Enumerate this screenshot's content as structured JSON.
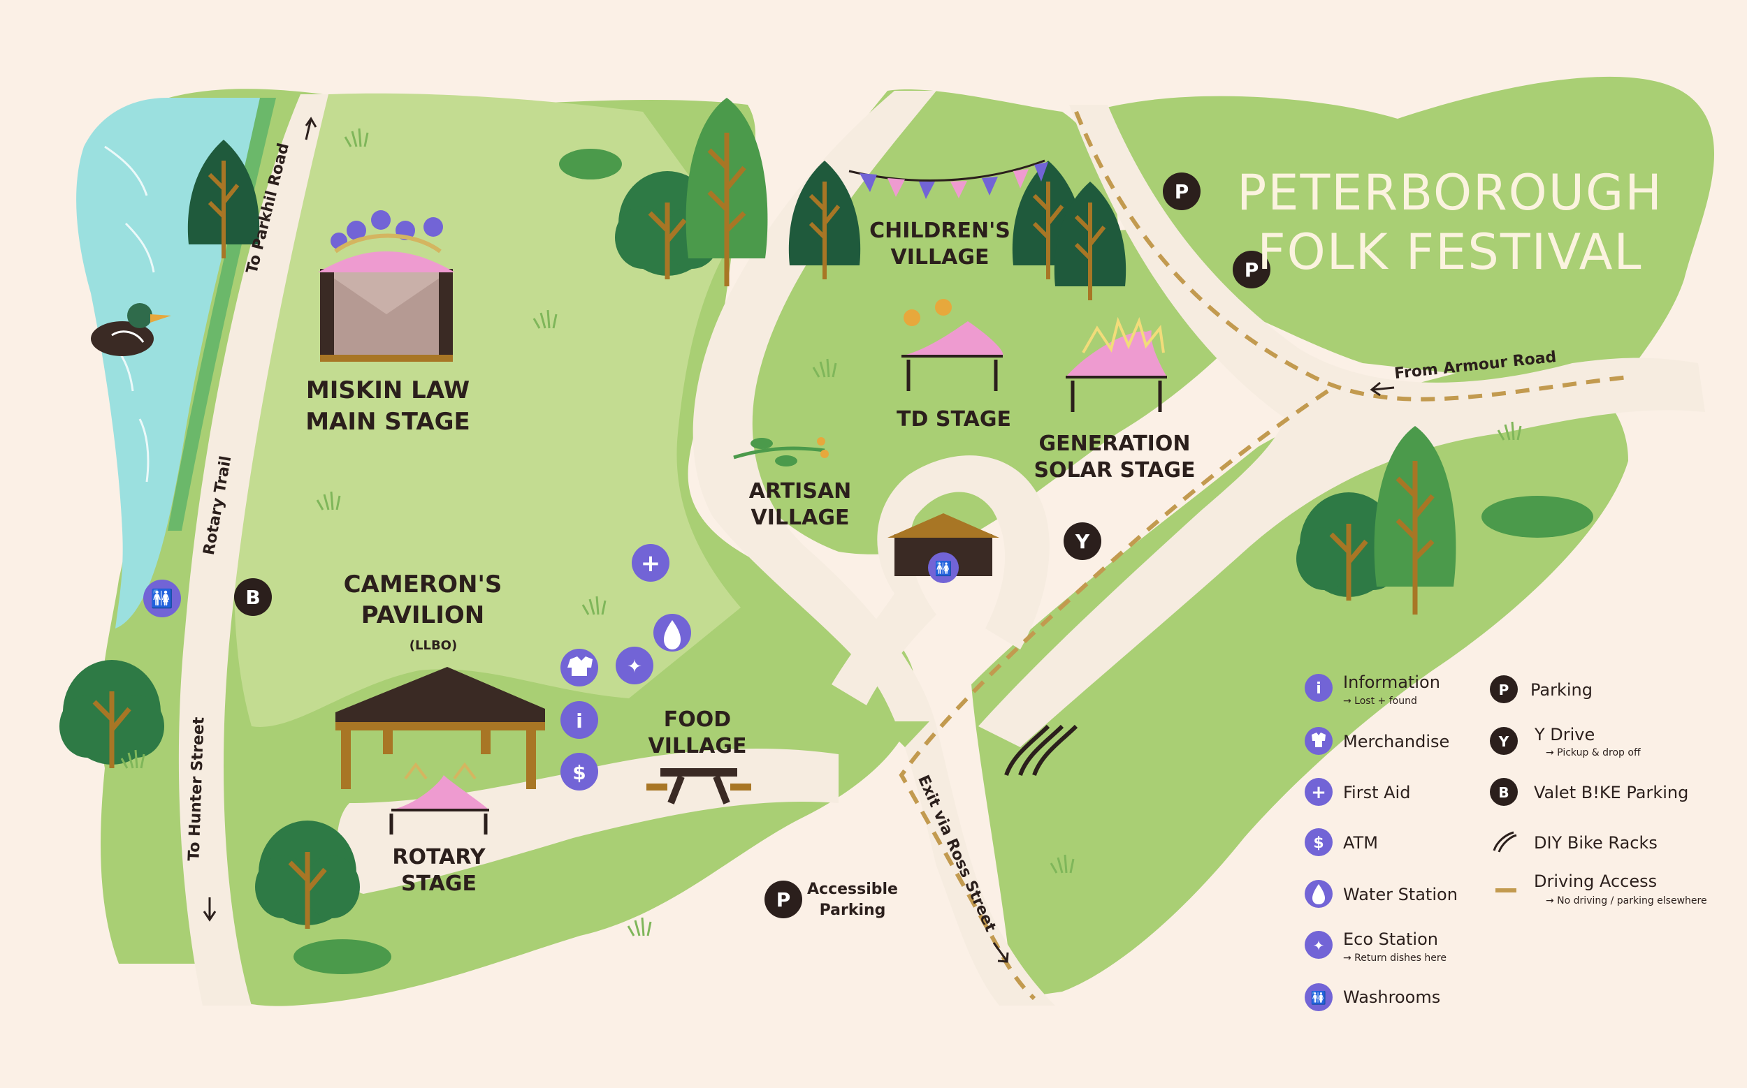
{
  "title": {
    "line1": "PETERBOROUGH",
    "line2": "FOLK FESTIVAL"
  },
  "venues": {
    "main_stage": {
      "line1": "MISKIN LAW",
      "line2": "MAIN STAGE"
    },
    "childrens_village": {
      "line1": "CHILDREN'S",
      "line2": "VILLAGE"
    },
    "td_stage": "TD STAGE",
    "generation_solar": {
      "line1": "GENERATION",
      "line2": "SOLAR STAGE"
    },
    "artisan_village": {
      "line1": "ARTISAN",
      "line2": "VILLAGE"
    },
    "camerons_pavilion": {
      "line1": "CAMERON'S",
      "line2": "PAVILION",
      "sub": "(LLBO)"
    },
    "food_village": {
      "line1": "FOOD",
      "line2": "VILLAGE"
    },
    "rotary_stage": {
      "line1": "ROTARY",
      "line2": "STAGE"
    },
    "accessible_parking": {
      "line1": "Accessible",
      "line2": "Parking"
    }
  },
  "roads": {
    "to_parkhil": "To Parkhil Road",
    "rotary_trail": "Rotary Trail",
    "to_hunter": "To Hunter Street",
    "from_armour": "From Armour Road",
    "exit_ross": "Exit via Ross Street"
  },
  "map_markers": {
    "parking": "P",
    "bike": "B",
    "ydrive": "Y",
    "info": "i",
    "atm": "$",
    "first_aid": "+"
  },
  "legend": {
    "left": [
      {
        "icon": "info-icon",
        "label": "Information",
        "sub": "→ Lost + found"
      },
      {
        "icon": "merchandise-icon",
        "label": "Merchandise",
        "sub": ""
      },
      {
        "icon": "first-aid-icon",
        "label": "First Aid",
        "sub": ""
      },
      {
        "icon": "atm-icon",
        "label": "ATM",
        "sub": ""
      },
      {
        "icon": "water-icon",
        "label": "Water Station",
        "sub": ""
      },
      {
        "icon": "eco-icon",
        "label": "Eco Station",
        "sub": "→ Return dishes here"
      },
      {
        "icon": "washroom-icon",
        "label": "Washrooms",
        "sub": ""
      }
    ],
    "right": [
      {
        "icon": "parking-icon",
        "label": "Parking",
        "sub": ""
      },
      {
        "icon": "ydrive-icon",
        "label": "Y Drive",
        "sub": "→ Pickup & drop off"
      },
      {
        "icon": "bike-icon",
        "label": "Valet B!KE Parking",
        "sub": ""
      },
      {
        "icon": "bike-rack-icon",
        "label": "DIY Bike Racks",
        "sub": ""
      },
      {
        "icon": "driving-access-icon",
        "label": "Driving Access",
        "sub": "→ No driving / parking elsewhere"
      }
    ]
  },
  "colors": {
    "background": "#fbf0e6",
    "grass": "#a9cf74",
    "grass_light": "#c3dc91",
    "water": "#9be0df",
    "road": "#f6ece0",
    "icon_purple": "#7264d6",
    "marker_dark": "#2b1f1c",
    "tent_pink": "#ee9bd0",
    "dashed_route": "#c29a4f",
    "tree_dark": "#1f5a3c",
    "tree_mid": "#4b9a4b",
    "trunk": "#a87625"
  }
}
